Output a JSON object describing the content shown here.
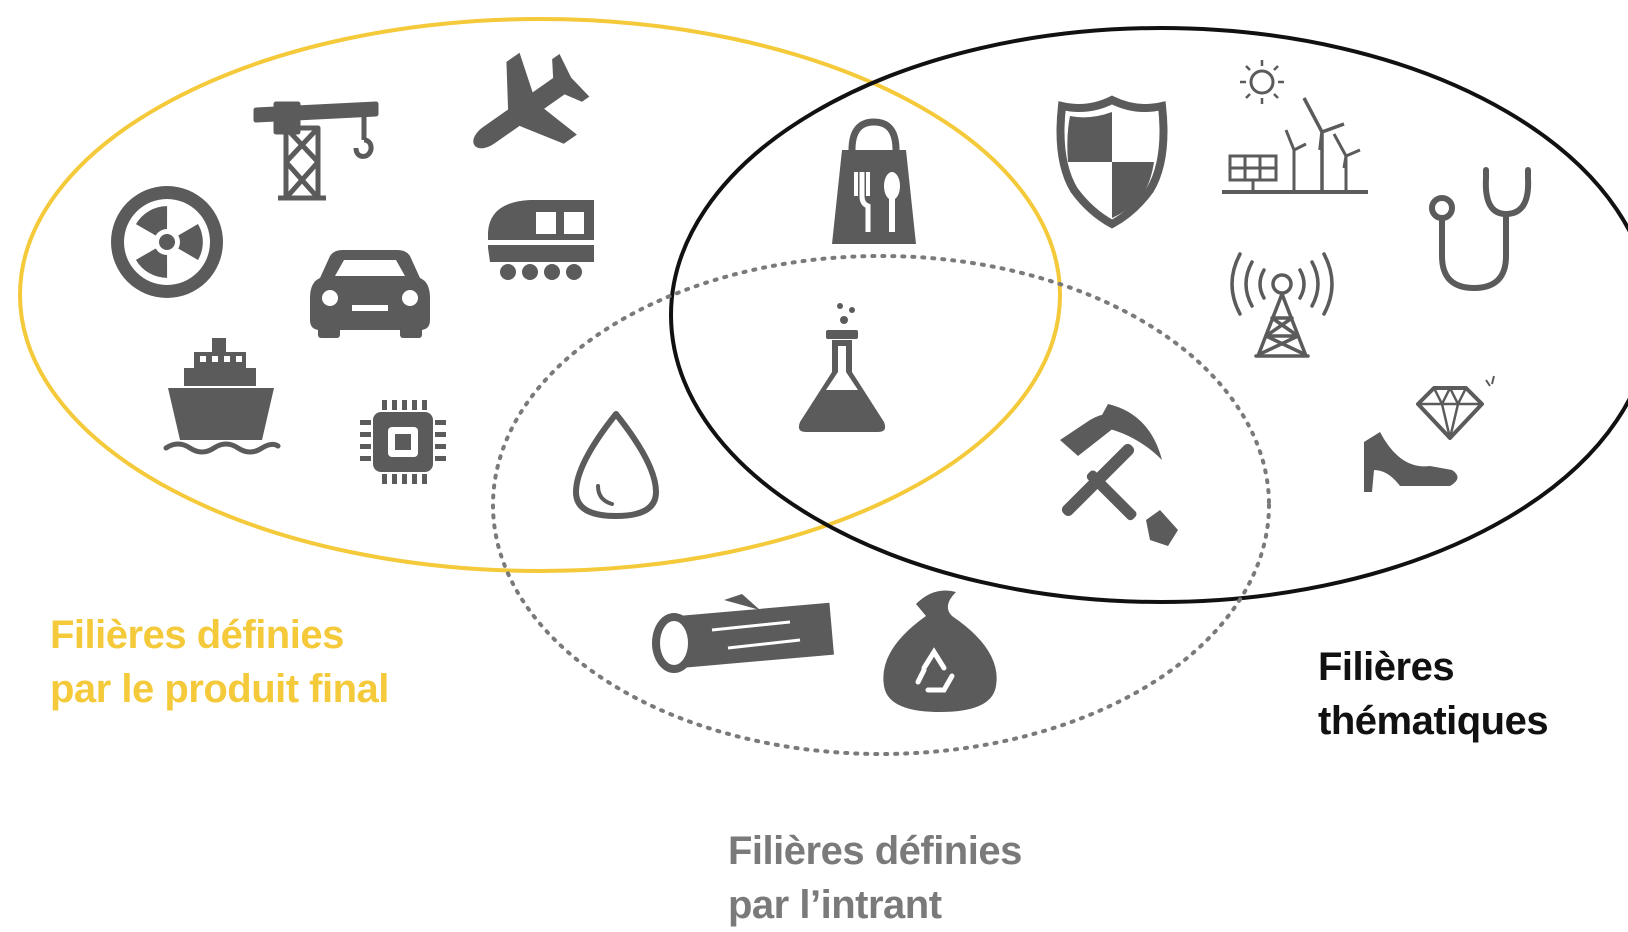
{
  "colors": {
    "final_product": "#f4c93a",
    "thematic": "#111111",
    "input": "#7a7a7a",
    "icon": "#5b5b5b"
  },
  "sets": {
    "final_product": {
      "line1": "Filières définies",
      "line2": "par le produit final",
      "border": "solid",
      "icons": [
        "radioactive-icon",
        "crane-icon",
        "airplane-icon",
        "car-icon",
        "train-icon",
        "ship-icon",
        "microchip-icon"
      ]
    },
    "thematic": {
      "line1": "Filières",
      "line2": "thématiques",
      "border": "solid",
      "icons": [
        "shield-icon",
        "renewable-energy-icon",
        "stethoscope-icon",
        "antenna-icon",
        "luxury-icon"
      ]
    },
    "input": {
      "line1": "Filières définies",
      "line2": "par l’intrant",
      "border": "dotted",
      "icons": [
        "water-drop-icon",
        "log-icon",
        "recycling-bag-icon"
      ]
    },
    "overlaps": {
      "final_product_and_thematic": [
        "food-bag-icon"
      ],
      "all_three": [
        "flask-icon"
      ],
      "input_and_thematic": [
        "mining-tools-icon"
      ]
    }
  }
}
